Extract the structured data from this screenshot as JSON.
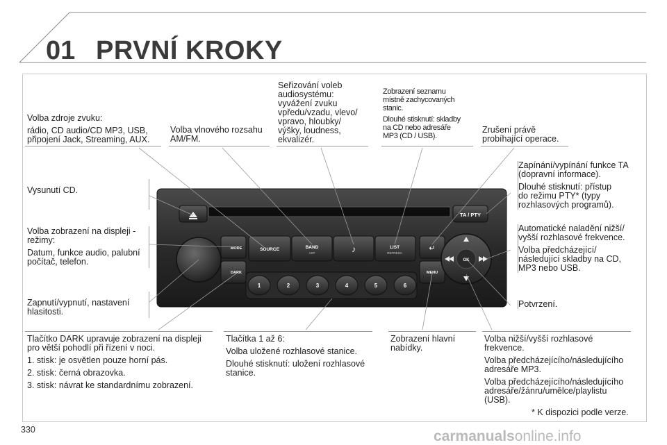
{
  "header": {
    "chapter_number": "01",
    "title": "PRVNÍ KROKY"
  },
  "labels": {
    "source_select": {
      "line1": "Volba zdroje zvuku:",
      "line2": "rádio, CD audio/CD MP3, USB,",
      "line3": "připojení Jack, Streaming, AUX."
    },
    "band_select": {
      "line1": "Volba vlnového rozsahu",
      "line2": "AM/FM."
    },
    "audio_settings": {
      "line1": "Seřizování voleb",
      "line2": "audiosystému:",
      "line3": "vyvážení zvuku",
      "line4": "vpředu/vzadu, vlevo/",
      "line5": "vpravo, hloubky/",
      "line6": "výšky, loudness,",
      "line7": "ekvalizér."
    },
    "list_display": {
      "line1": "Zobrazení seznamu",
      "line2": "místně zachycovaných",
      "line3": "stanic.",
      "line4": "Dlouhé stisknutí: skladby",
      "line5": "na CD nebo adresáře",
      "line6": "MP3 (CD / USB)."
    },
    "cancel_operation": {
      "line1": "Zrušení právě",
      "line2": "probíhající operace."
    },
    "ta_pty": {
      "line1": "Zapínání/vypínání funkce TA",
      "line2": "(dopravní informace).",
      "line3": "Dlouhé stisknutí: přístup",
      "line4": "do režimu PTY* (typy",
      "line5": "rozhlasových programů)."
    },
    "eject": {
      "line1": "Vysunutí CD."
    },
    "display_mode": {
      "line1": "Volba zobrazení na displeji -",
      "line2": "režimy:",
      "line3": "Datum, funkce audio, palubní",
      "line4": "počítač, telefon."
    },
    "auto_tune": {
      "line1": "Automatické naladění nižší/",
      "line2": "vyšší rozhlasové frekvence.",
      "line3": "Volba předcházející/",
      "line4": "následující skladby na CD,",
      "line5": "MP3 nebo USB."
    },
    "power_volume": {
      "line1": "Zapnutí/vypnutí, nastavení",
      "line2": "hlasitosti."
    },
    "confirm": {
      "line1": "Potvrzení."
    },
    "dark_button": {
      "line1": "Tlačítko DARK upravuje zobrazení na displeji",
      "line2": "pro větší pohodlí při řízení v noci.",
      "line3": "1. stisk: je osvětlen pouze horní pás.",
      "line4": "2. stisk: černá obrazovka.",
      "line5": "3. stisk: návrat ke standardnímu zobrazení."
    },
    "preset_buttons": {
      "line1": "Tlačítka 1 až 6:",
      "line2": "Volba uložené rozhlasové stanice.",
      "line3": "Dlouhé stisknutí: uložení rozhlasové",
      "line4": "stanice."
    },
    "main_menu": {
      "line1": "Zobrazení hlavní",
      "line2": "nabídky."
    },
    "freq_select": {
      "line1": "Volba nižší/vyšší rozhlasové",
      "line2": "frekvence.",
      "line3": "Volba předcházejícího/následujícího",
      "line4": "adresáře MP3.",
      "line5": "Volba předcházejícího/následujícího",
      "line6": "adresáře/žánru/umělce/playlistu",
      "line7": "(USB)."
    }
  },
  "footnote": "* K dispozici podle verze.",
  "page_number": "330",
  "watermark": {
    "brand": "carmanuals",
    "suffix": "online.info"
  },
  "radio": {
    "buttons": {
      "source": "SOURCE",
      "band": "BAND",
      "band_sub": "AST",
      "list": "LIST",
      "list_sub": "REFRESH",
      "mode": "MODE",
      "dark": "DARK",
      "menu": "MENU",
      "ok": "OK",
      "ta_pty": "TA / PTY"
    },
    "presets": [
      "1",
      "2",
      "3",
      "4",
      "5",
      "6"
    ]
  }
}
